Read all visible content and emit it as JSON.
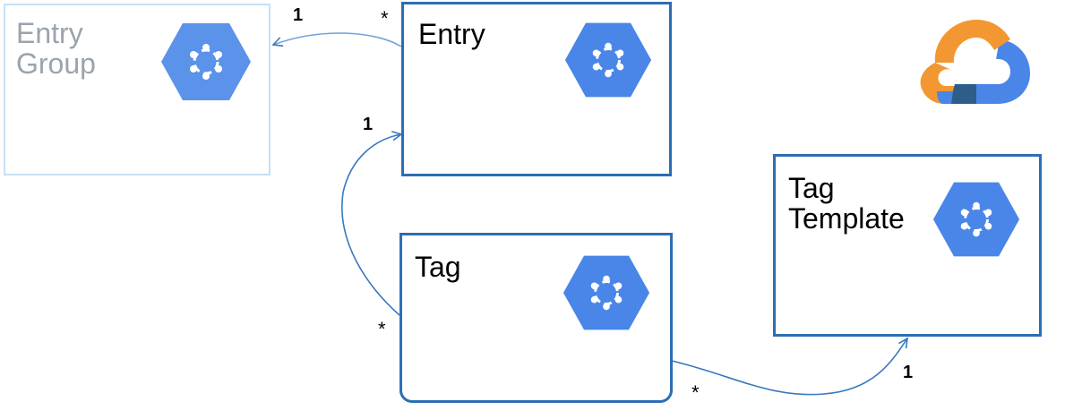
{
  "nodes": {
    "entry_group": {
      "label": "Entry\nGroup",
      "icon": "data-catalog-hexagon-icon",
      "faded": true
    },
    "entry": {
      "label": "Entry",
      "icon": "data-catalog-hexagon-icon"
    },
    "tag": {
      "label": "Tag",
      "icon": "data-catalog-hexagon-icon"
    },
    "tag_template": {
      "label": "Tag\nTemplate",
      "icon": "data-catalog-hexagon-icon"
    }
  },
  "edges": {
    "entry_to_group": {
      "from_mult": "*",
      "to_mult": "1"
    },
    "tag_to_entry": {
      "from_mult": "*",
      "to_mult": "1"
    },
    "tag_to_template": {
      "from_mult": "*",
      "to_mult": "1"
    }
  },
  "colors": {
    "border": "#2c6eb3",
    "border_faded": "#c8dff2",
    "label_faded": "#9aa4ad",
    "arrow": "#3a78c0",
    "hex_fill": "#4a86e8",
    "hex_fill_faded": "#5b92ea",
    "logo_orange": "#f29731",
    "logo_blue": "#4a86e8",
    "logo_dark": "#2f5d8a"
  },
  "logo": {
    "name": "google-cloud-logo-icon"
  }
}
